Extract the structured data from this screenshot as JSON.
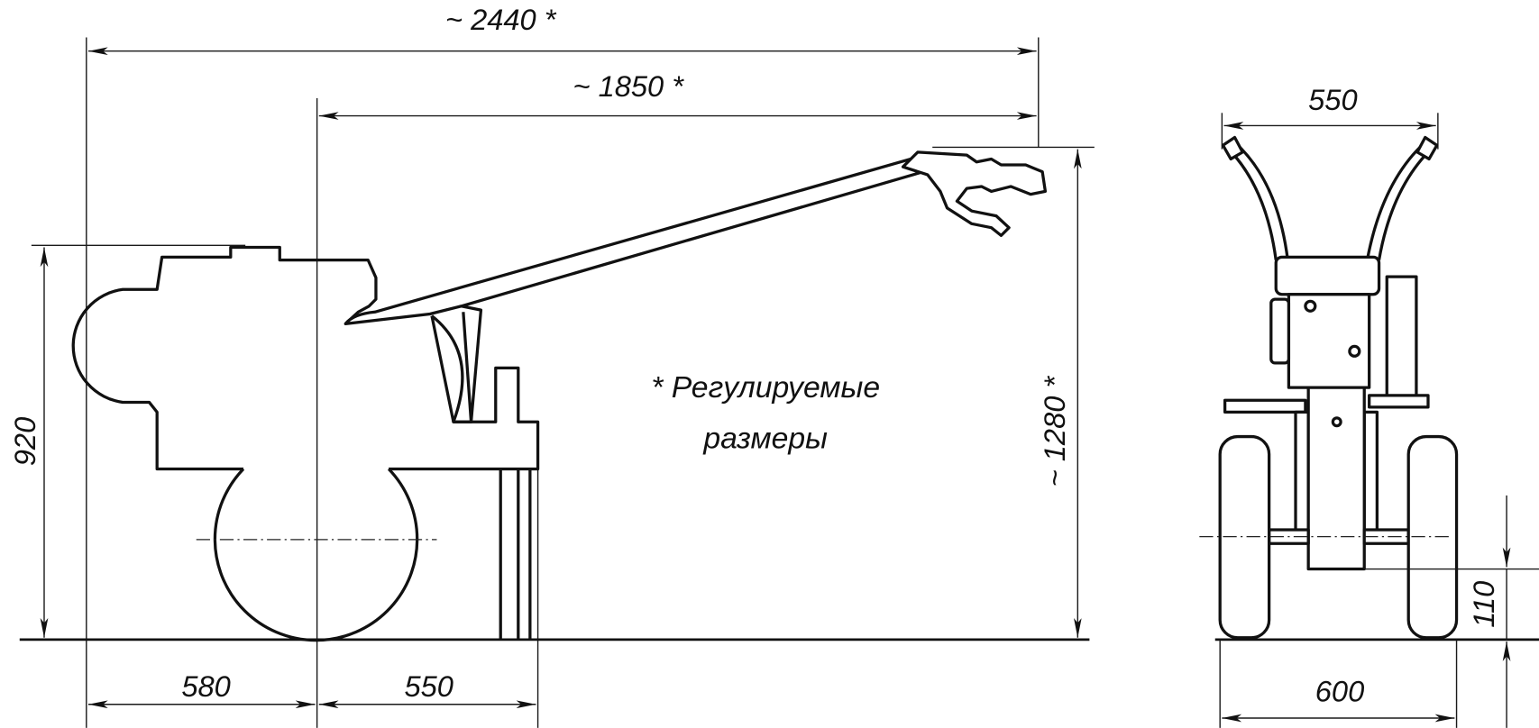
{
  "drawing": {
    "side_view": {
      "overall_length": "~ 2440 *",
      "handle_reach": "~ 1850 *",
      "height_engine": "920",
      "handle_height": "~ 1280 *",
      "rear_to_axle": "580",
      "axle_to_stand": "550"
    },
    "front_view": {
      "handle_width": "550",
      "track_width": "600",
      "ground_clearance": "110"
    },
    "note": {
      "line1": "* Регулируемые",
      "line2": "размеры"
    }
  }
}
